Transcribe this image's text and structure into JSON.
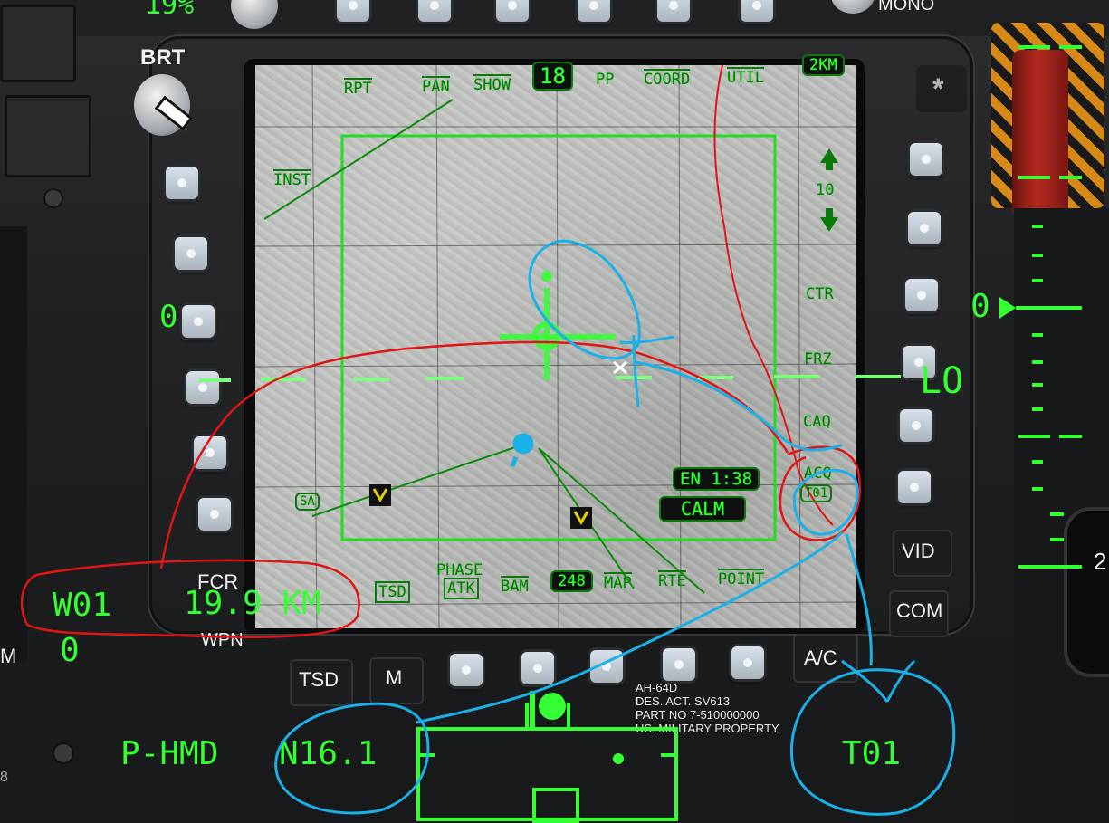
{
  "panel": {
    "brt_label": "BRT",
    "mono_label": "MONO",
    "top_left_partial": "19%",
    "fcr_label": "FCR",
    "wpn_label": "WPN",
    "tsd_label": "TSD",
    "m_label": "M",
    "ac_label": "A/C",
    "vid_label": "VID",
    "com_label": "COM",
    "star_label": "*",
    "left_edge_m": "M",
    "left_edge_digits": "8",
    "dial_partial": "2",
    "nameplate": [
      "AH-64D",
      "DES. ACT. SV613",
      "PART NO 7-510000000",
      "US. MILITARY PROPERTY"
    ]
  },
  "mfd": {
    "top_buttons": [
      "RPT",
      "PAN",
      "SHOW",
      "18",
      "PP",
      "COORD",
      "UTIL",
      "2KM"
    ],
    "left_buttons": [
      "INST",
      "SA"
    ],
    "right_buttons": [
      "10",
      "CTR",
      "FRZ",
      "CAQ",
      "ACQ",
      "T01"
    ],
    "bottom_buttons": [
      "TSD",
      "PHASE",
      "ATK",
      "BAM",
      "248",
      "MAP",
      "RTE",
      "POINT"
    ],
    "en_label": "EN",
    "en_time": "1:38",
    "wind": "CALM"
  },
  "hmd": {
    "waypoint": "W01",
    "distance": "19.9 KM",
    "left_zero": "0",
    "left_mid": "0",
    "right_zero": "0",
    "lo": "LO",
    "mode": "P-HMD",
    "heading_source": "N16.1",
    "target": "T01"
  },
  "colors": {
    "hmd_green": "#33ff33",
    "annotation_red": "#e01515",
    "annotation_blue": "#1ab0e8",
    "mfd_green": "#0a7a0a"
  }
}
